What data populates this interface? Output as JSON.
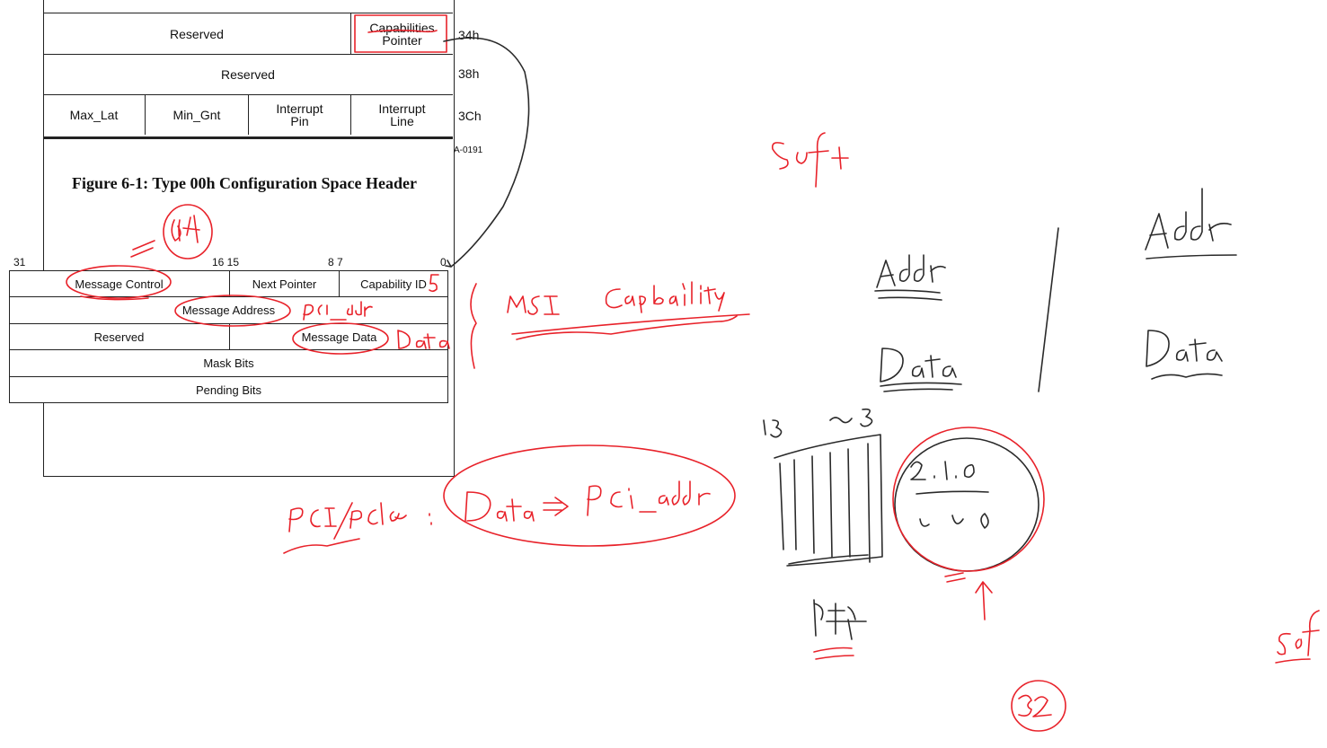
{
  "config_header": {
    "rows": [
      {
        "offset": "34h",
        "cells": [
          {
            "key": "reserved",
            "label": "Reserved"
          },
          {
            "key": "capabilities-pointer",
            "label": "Capabilities Pointer"
          }
        ]
      },
      {
        "offset": "38h",
        "cells": [
          {
            "key": "reserved",
            "label": "Reserved"
          }
        ]
      },
      {
        "offset": "3Ch",
        "cells": [
          {
            "key": "max-lat",
            "label": "Max_Lat"
          },
          {
            "key": "min-gnt",
            "label": "Min_Gnt"
          },
          {
            "key": "interrupt-pin",
            "label": "Interrupt Pin"
          },
          {
            "key": "interrupt-line",
            "label": "Interrupt Line"
          }
        ]
      }
    ],
    "doc_id": "A-0191",
    "figure_caption": "Figure 6-1:  Type 00h Configuration Space Header"
  },
  "msi_capability": {
    "bit_labels": {
      "b31": "31",
      "b16_15": "16 15",
      "b8_7": "8 7",
      "b0": "0"
    },
    "rows": [
      {
        "cells": [
          "Message Control",
          "Next Pointer",
          "Capability ID"
        ]
      },
      {
        "cells": [
          "Message Address"
        ]
      },
      {
        "cells": [
          "Reserved",
          "Message Data"
        ]
      },
      {
        "cells": [
          "Mask Bits"
        ]
      },
      {
        "cells": [
          "Pending Bits"
        ]
      }
    ]
  },
  "ink_colors": {
    "red": "#e8222a",
    "black": "#2a2a2a"
  }
}
